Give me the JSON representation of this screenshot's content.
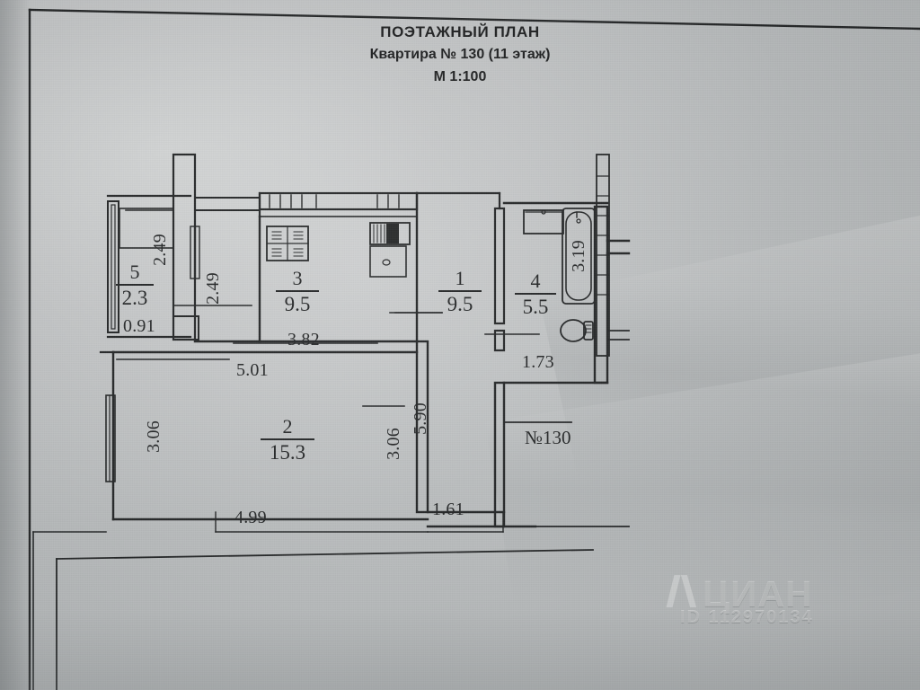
{
  "document": {
    "title_line1": "ПОЭТАЖНЫЙ ПЛАН",
    "title_line2": "Квартира № 130 (11 этаж)",
    "title_line3": "М 1:100"
  },
  "apartment": {
    "number_marker": "№130"
  },
  "rooms": [
    {
      "id": "r1",
      "number": "1",
      "area": "9.5",
      "name": "corridor"
    },
    {
      "id": "r2",
      "number": "2",
      "area": "15.3",
      "name": "living-room"
    },
    {
      "id": "r3",
      "number": "3",
      "area": "9.5",
      "name": "kitchen"
    },
    {
      "id": "r4",
      "number": "4",
      "area": "5.5",
      "name": "bathroom"
    },
    {
      "id": "r5",
      "number": "5",
      "area": "2.3",
      "name": "balcony"
    }
  ],
  "dimensions": {
    "balcony_height": "2.49",
    "balcony_width": "0.91",
    "hall_height": "2.49",
    "kitchen_width": "3.82",
    "living_top": "5.01",
    "living_left": "3.06",
    "living_bottom": "4.99",
    "mid_left": "3.06",
    "mid_right": "5.90",
    "bottom_right": "1.61",
    "bath_width": "1.73",
    "bath_tub": "3.19"
  },
  "watermark": {
    "brand": "ЦИАН",
    "id": "ID 112970134"
  },
  "colors": {
    "ink": "#17191a",
    "paper": "#c9cbcc",
    "watermark": "#ffffff"
  }
}
